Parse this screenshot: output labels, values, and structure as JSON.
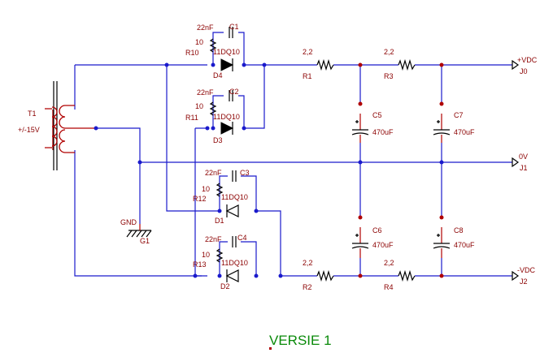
{
  "title": "VERSIE 1",
  "transformer": {
    "ref": "T1",
    "value": "+/-15V"
  },
  "ground": {
    "name": "GND",
    "ref": "G1"
  },
  "snubbers": [
    {
      "cap_value": "22nF",
      "cap_ref": "C1",
      "res_value": "10",
      "res_ref": "R10",
      "diode_type": "11DQ10",
      "diode_ref": "D4"
    },
    {
      "cap_value": "22nF",
      "cap_ref": "C2",
      "res_value": "10",
      "res_ref": "R11",
      "diode_type": "11DQ10",
      "diode_ref": "D3"
    },
    {
      "cap_value": "22nF",
      "cap_ref": "C3",
      "res_value": "10",
      "res_ref": "R12",
      "diode_type": "11DQ10",
      "diode_ref": "D1"
    },
    {
      "cap_value": "22nF",
      "cap_ref": "C4",
      "res_value": "10",
      "res_ref": "R13",
      "diode_type": "11DQ10",
      "diode_ref": "D2"
    }
  ],
  "series_resistors": [
    {
      "value": "2,2",
      "ref": "R1"
    },
    {
      "value": "2,2",
      "ref": "R3"
    },
    {
      "value": "2,2",
      "ref": "R2"
    },
    {
      "value": "2,2",
      "ref": "R4"
    }
  ],
  "capacitors": [
    {
      "ref": "C5",
      "value": "470uF"
    },
    {
      "ref": "C7",
      "value": "470uF"
    },
    {
      "ref": "C6",
      "value": "470uF"
    },
    {
      "ref": "C8",
      "value": "470uF"
    }
  ],
  "outputs": [
    {
      "net": "+VDC",
      "ref": "J0"
    },
    {
      "net": "0V",
      "ref": "J1"
    },
    {
      "net": "-VDC",
      "ref": "J2"
    }
  ]
}
